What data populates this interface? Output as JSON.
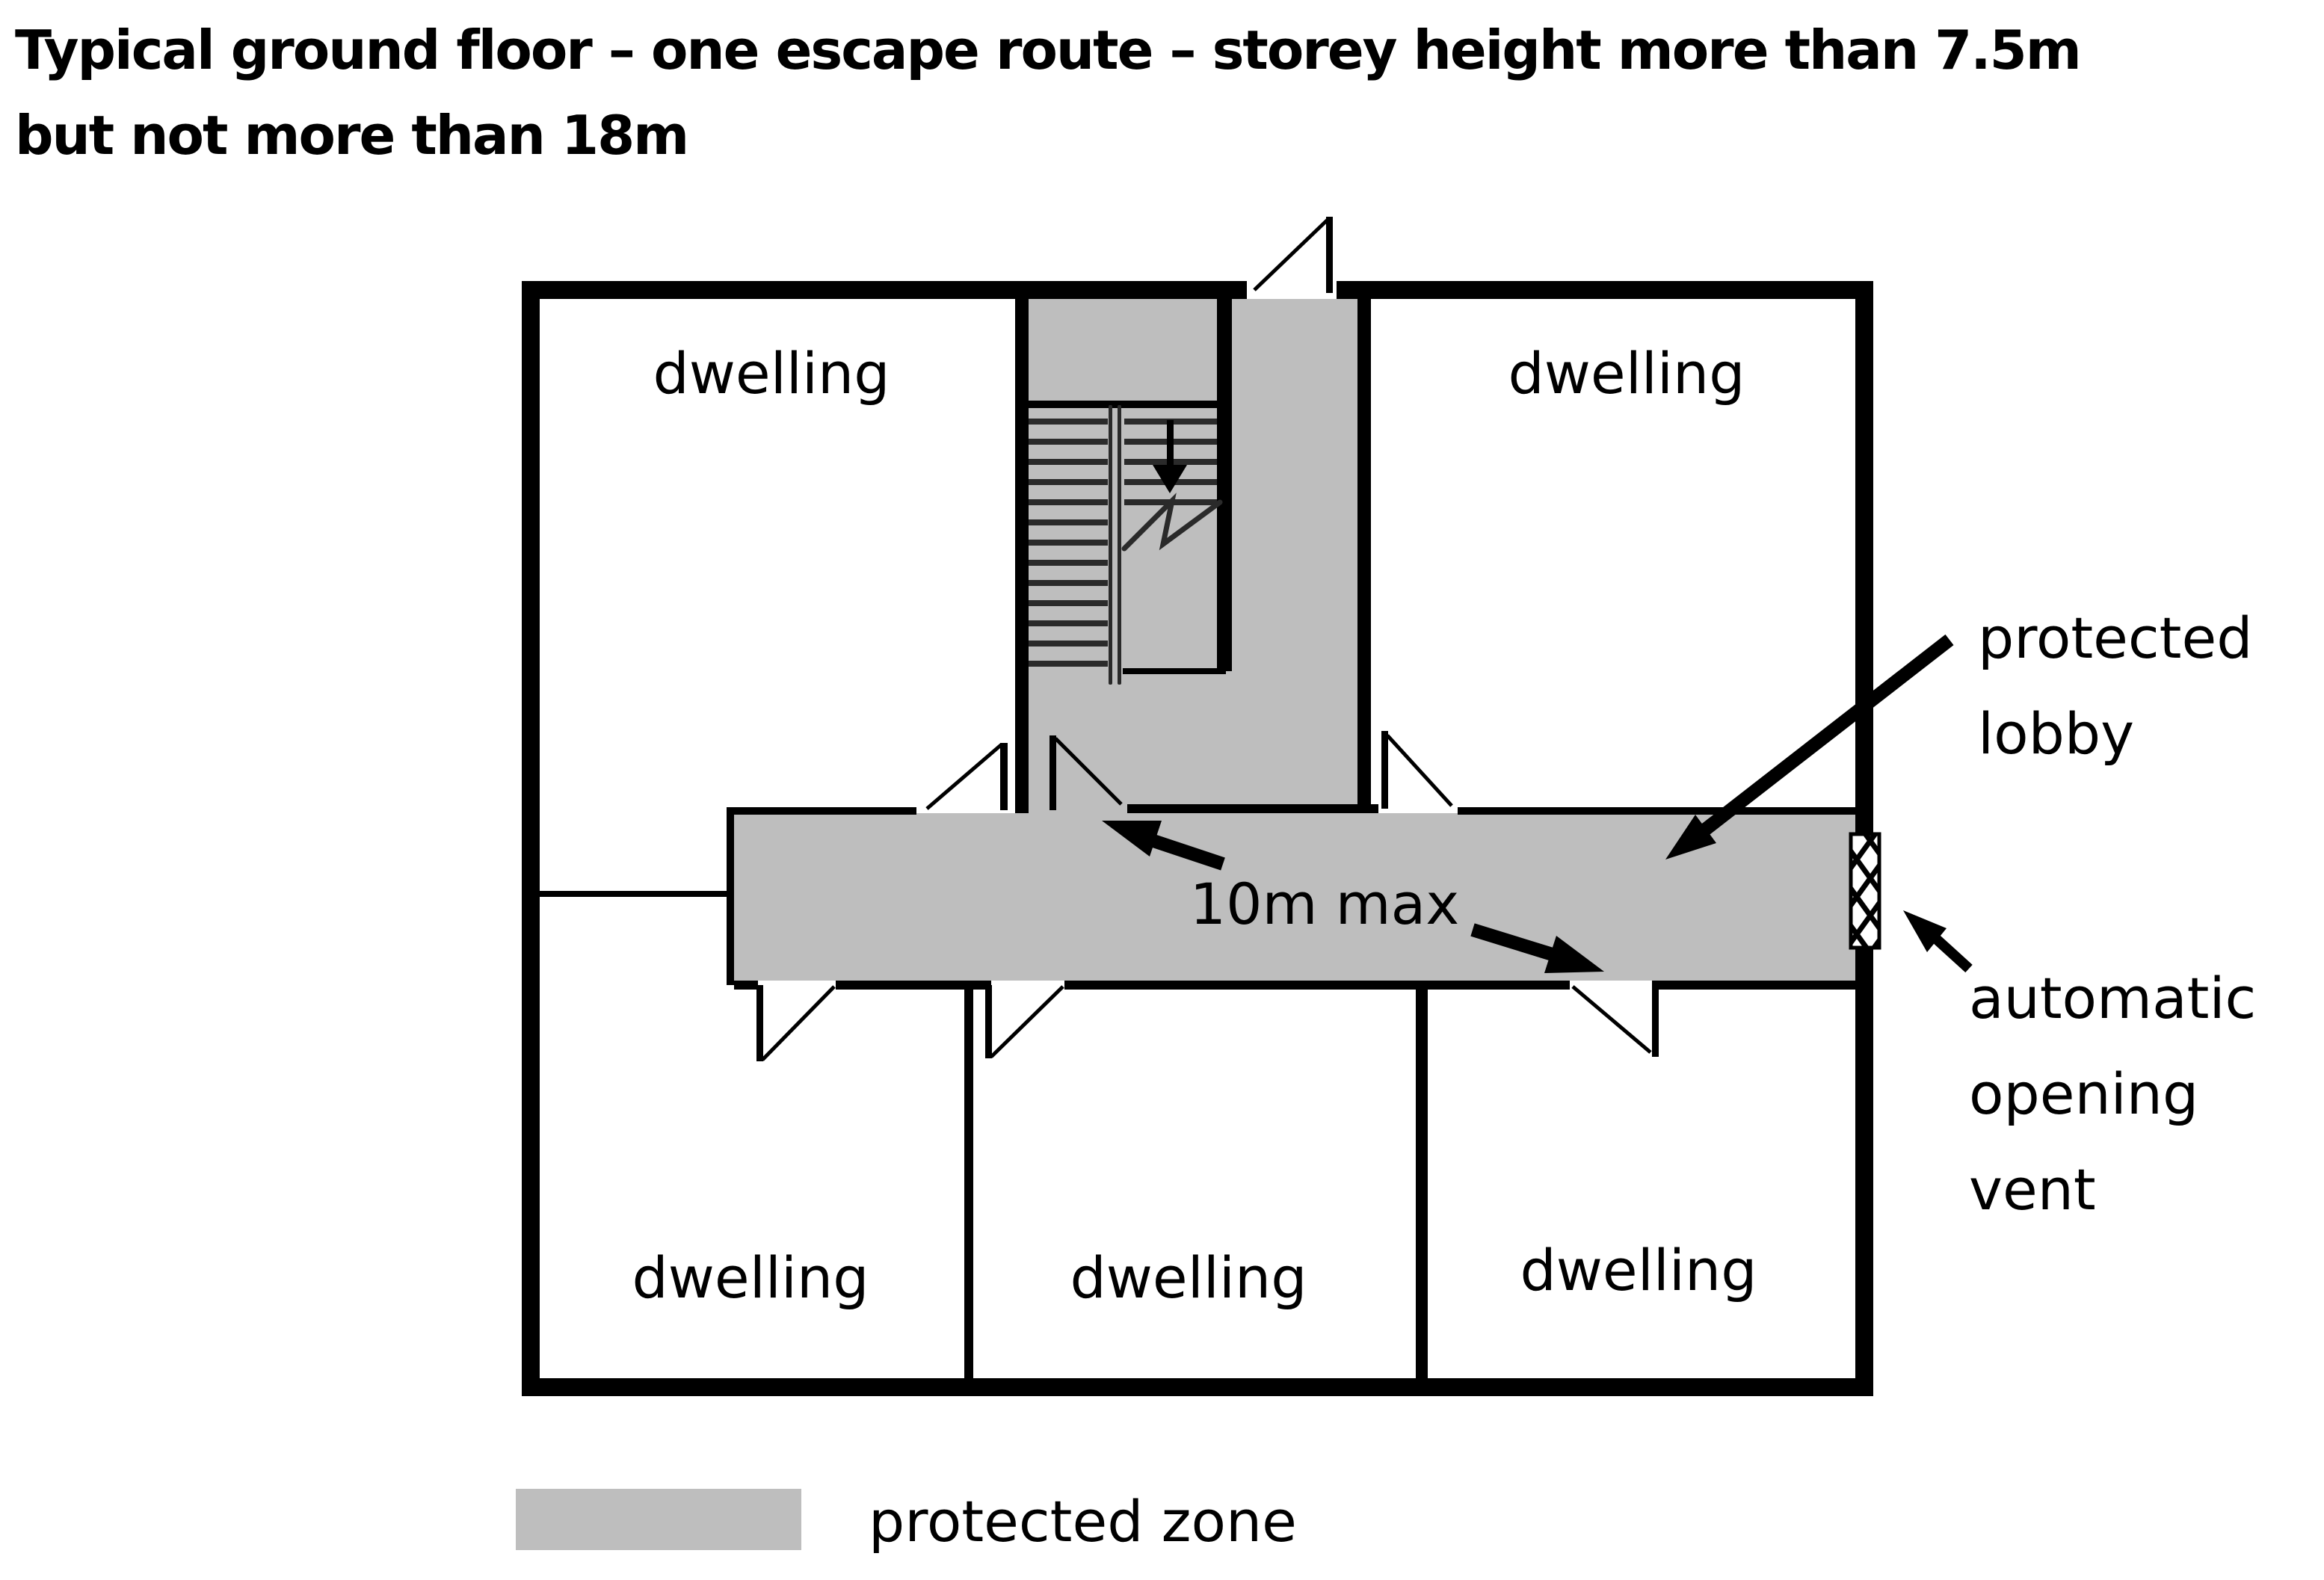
{
  "title": {
    "line1": "Typical ground floor – one escape route – storey height more than 7.5m",
    "line2": "but not more than 18m"
  },
  "rooms": {
    "top_left": "dwelling",
    "top_right": "dwelling",
    "bottom_left": "dwelling",
    "bottom_middle": "dwelling",
    "bottom_right": "dwelling"
  },
  "annotations": {
    "travel_distance": "10m max",
    "protected_lobby": {
      "line1": "protected",
      "line2": "lobby"
    },
    "automatic_opening_vent": {
      "line1": "automatic",
      "line2": "opening",
      "line3": "vent"
    }
  },
  "legend": {
    "protected_zone": "protected zone"
  },
  "icons": {
    "stair_direction": "down-arrow-icon",
    "stair_break": "break-line-icon",
    "door_symbol": "door-swing-icon",
    "vent_symbol": "crosshatch-vent-icon"
  },
  "colors": {
    "protected_zone_fill": "#bebebe",
    "wall": "#000000",
    "background": "#ffffff"
  }
}
